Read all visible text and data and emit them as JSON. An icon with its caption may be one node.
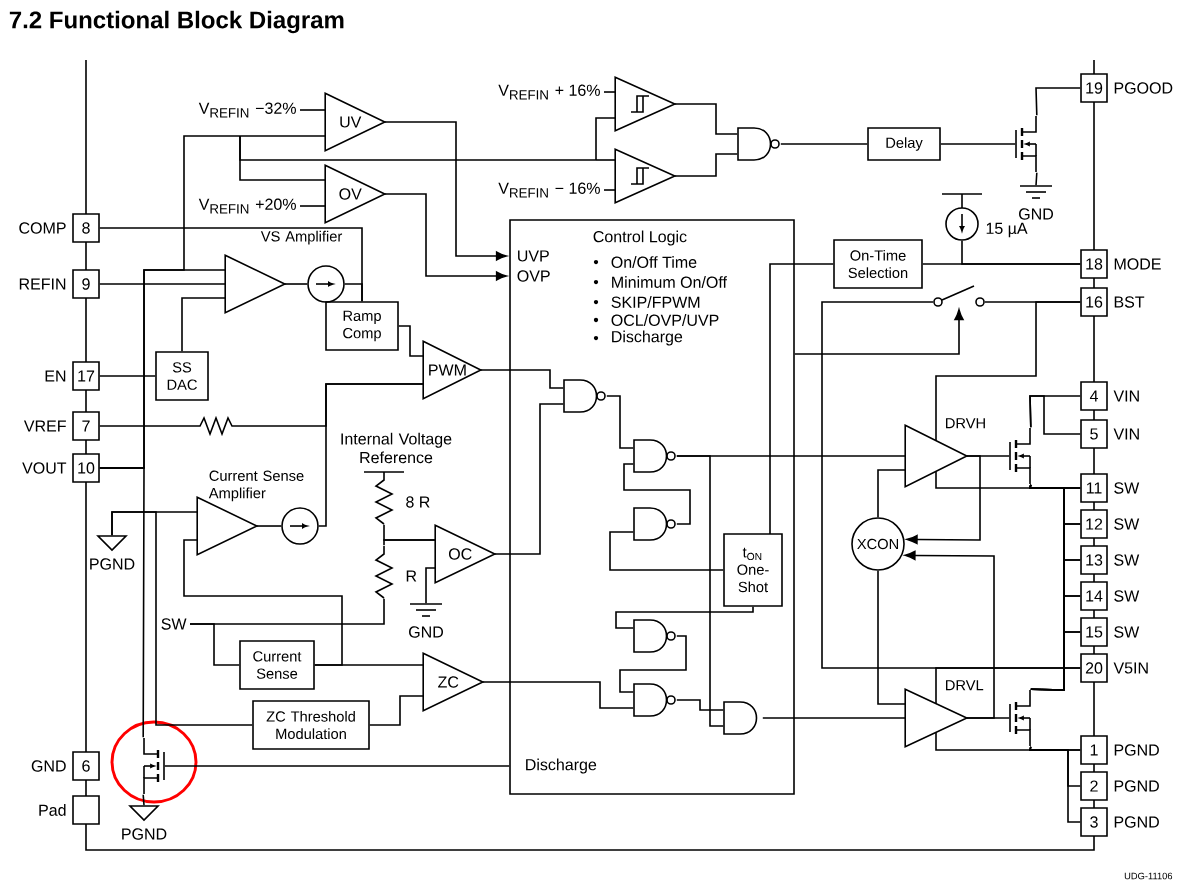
{
  "diagram": {
    "title": "7.2 Functional Block Diagram",
    "nodes": [
      {
        "text": [
          "8"
        ],
        "beside": [
          "COMP"
        ]
      },
      {
        "text": [
          "9"
        ],
        "beside": [
          "REFIN"
        ]
      },
      {
        "text": [
          "17"
        ],
        "beside": [
          "EN"
        ]
      },
      {
        "text": [
          "7"
        ],
        "beside": [
          "VREF"
        ]
      },
      {
        "text": [
          "10"
        ],
        "beside": [
          "VOUT"
        ]
      },
      {
        "text": [
          "6"
        ],
        "beside": [
          "GND"
        ]
      },
      {
        "text": [],
        "shape": "box",
        "beside": [
          "Pad"
        ]
      },
      {
        "text": [
          "19"
        ],
        "beside": [
          "PGOOD"
        ]
      },
      {
        "text": [
          "18"
        ],
        "beside": [
          "MODE"
        ]
      },
      {
        "text": [
          "16"
        ],
        "beside": [
          "BST"
        ]
      },
      {
        "text": [
          "4"
        ],
        "beside": [
          "VIN"
        ]
      },
      {
        "text": [
          "5"
        ],
        "beside": [
          "VIN"
        ]
      },
      {
        "text": [
          "11"
        ],
        "beside": [
          "SW"
        ]
      },
      {
        "text": [
          "12"
        ],
        "beside": [
          "SW"
        ]
      },
      {
        "text": [
          "13"
        ],
        "beside": [
          "SW"
        ]
      },
      {
        "text": [
          "14"
        ],
        "beside": [
          "SW"
        ]
      },
      {
        "text": [
          "15"
        ],
        "beside": [
          "SW"
        ]
      },
      {
        "text": [
          "20"
        ],
        "beside": [
          "V5IN"
        ]
      },
      {
        "text": [
          "1"
        ],
        "beside": [
          "PGND"
        ]
      },
      {
        "text": [
          "2"
        ],
        "beside": [
          "PGND"
        ]
      },
      {
        "text": [
          "3"
        ],
        "beside": [
          "PGND"
        ]
      },
      {
        "text": [
          "UV"
        ]
      },
      {
        "text": [
          "OV"
        ]
      },
      {
        "text": [],
        "shape": "triangle"
      },
      {
        "text": [],
        "shape": "triangle"
      },
      {
        "text": [],
        "shape": "gate"
      },
      {
        "text": [
          "Delay"
        ]
      },
      {
        "text": [
          "VS Amplifier"
        ]
      },
      {
        "text": [
          "Ramp Comp"
        ]
      },
      {
        "text": [
          "SS DAC"
        ]
      },
      {
        "text": [
          "PWM"
        ]
      },
      {
        "text": [
          "UVP",
          "OVP",
          "Control Logic",
          "On/Off Time",
          "Minimum On/Off",
          "SKIP/FPWM",
          "OCL/OVP/UVP",
          "Discharge",
          "Discharge"
        ]
      },
      {
        "text": [
          "On-Time Selection"
        ]
      },
      {
        "text": [
          "t$_{ON}$ One-Shot"
        ],
        "in": 31
      },
      {
        "text": [
          "Current Sense Amplifier"
        ]
      },
      {
        "text": [
          "OC"
        ]
      },
      {
        "text": [
          "Current Sense"
        ]
      },
      {
        "text": [
          "ZC"
        ]
      },
      {
        "text": [
          "ZC Threshold Modulation"
        ]
      },
      {
        "text": [
          "DRVH"
        ]
      },
      {
        "text": [
          "DRVL"
        ]
      },
      {
        "text": [
          "XCON"
        ]
      },
      {
        "text": [],
        "shape": "circle"
      },
      {
        "text": [],
        "shape": "circle"
      },
      {
        "text": [],
        "shape": "switch"
      },
      {
        "text": [],
        "shape": "transistor"
      },
      {
        "text": [],
        "shape": "transistor"
      },
      {
        "text": [],
        "shape": "transistor"
      },
      {
        "text": [],
        "shape": "transistor"
      },
      {
        "text": [],
        "shape": "circle",
        "beside": [
          "15 µA"
        ]
      },
      {
        "text": [
          "8 R"
        ]
      },
      {
        "text": [
          "R"
        ]
      },
      {
        "text": [
          "SW"
        ]
      },
      {
        "text": [
          "GND"
        ]
      },
      {
        "text": [
          "GND"
        ]
      },
      {
        "text": [
          "PGND"
        ]
      },
      {
        "text": [
          "PGND"
        ]
      },
      {
        "text": [
          "V$_{REFIN}$ + 16%"
        ]
      },
      {
        "text": [
          "V$_{REFIN}$ −32%"
        ]
      },
      {
        "text": [
          "V$_{REFIN}$ − 16%"
        ]
      },
      {
        "text": [
          "V$_{REFIN}$ +20%"
        ]
      },
      {
        "text": [],
        "shape": "gate",
        "in": 31
      },
      {
        "text": [],
        "shape": "gate",
        "in": 31
      },
      {
        "text": [],
        "shape": "gate",
        "in": 31
      },
      {
        "text": [],
        "shape": "gate",
        "in": 31
      },
      {
        "text": [],
        "shape": "gate",
        "in": 31
      },
      {
        "text": [],
        "shape": "gate",
        "in": 31
      }
    ],
    "edges": [
      {
        "from": 21,
        "to": 31,
        "arrow": "to"
      },
      {
        "from": 22,
        "to": 31,
        "arrow": "to"
      },
      {
        "from": 23,
        "to": 25,
        "arrow": "none"
      },
      {
        "from": 24,
        "to": 25,
        "arrow": "none"
      },
      {
        "from": 25,
        "to": 26,
        "arrow": "none"
      },
      {
        "from": 0,
        "to": 28,
        "arrow": "none"
      },
      {
        "from": 1,
        "to": 27,
        "arrow": "none"
      },
      {
        "from": 27,
        "to": 42,
        "arrow": "none"
      },
      {
        "from": 42,
        "to": 28,
        "arrow": "none"
      },
      {
        "from": 2,
        "to": 29,
        "arrow": "none"
      },
      {
        "from": 29,
        "to": 27,
        "arrow": "none"
      },
      {
        "from": 28,
        "to": 30,
        "arrow": "none"
      },
      {
        "from": 30,
        "to": 61,
        "arrow": "none"
      },
      {
        "from": 3,
        "to": 30,
        "arrow": "none"
      },
      {
        "from": 34,
        "to": 43,
        "arrow": "none"
      },
      {
        "from": 43,
        "to": 30,
        "arrow": "none"
      },
      {
        "from": 35,
        "to": 61,
        "arrow": "none"
      },
      {
        "from": 36,
        "to": 37,
        "arrow": "none"
      },
      {
        "from": 38,
        "to": 37,
        "arrow": "none"
      },
      {
        "from": 37,
        "to": 65,
        "arrow": "none"
      },
      {
        "from": 32,
        "to": 8,
        "arrow": "none"
      },
      {
        "from": 32,
        "to": 33,
        "arrow": "none"
      },
      {
        "from": 62,
        "to": 39,
        "arrow": "none"
      },
      {
        "from": 66,
        "to": 40,
        "arrow": "none"
      },
      {
        "from": 39,
        "to": 41,
        "arrow": "to"
      },
      {
        "from": 40,
        "to": 41,
        "arrow": "to"
      },
      {
        "from": 39,
        "to": 12,
        "arrow": "none"
      },
      {
        "from": 40,
        "to": 18,
        "arrow": "none"
      },
      {
        "from": 17,
        "to": 40,
        "arrow": "none"
      },
      {
        "from": 9,
        "to": 39,
        "arrow": "none"
      },
      {
        "from": 41,
        "to": 39,
        "arrow": "none"
      },
      {
        "from": 41,
        "to": 40,
        "arrow": "none"
      },
      {
        "from": 61,
        "to": 62,
        "arrow": "none"
      },
      {
        "from": 63,
        "to": 62,
        "arrow": "none"
      },
      {
        "from": 33,
        "to": 63,
        "arrow": "none"
      },
      {
        "from": 33,
        "to": 64,
        "arrow": "none"
      },
      {
        "from": 64,
        "to": 65,
        "arrow": "none"
      },
      {
        "from": 65,
        "to": 66,
        "arrow": "none"
      },
      {
        "from": 62,
        "to": 66,
        "arrow": "none"
      },
      {
        "from": 31,
        "to": 44,
        "arrow": "to"
      },
      {
        "from": 9,
        "to": 44,
        "arrow": "none"
      },
      {
        "from": 17,
        "to": 44,
        "arrow": "none"
      },
      {
        "from": 26,
        "to": 45,
        "arrow": "none"
      },
      {
        "from": 45,
        "to": 7,
        "arrow": "none"
      },
      {
        "from": 45,
        "to": 53,
        "arrow": "none"
      },
      {
        "from": 46,
        "to": 10,
        "arrow": "none"
      },
      {
        "from": 46,
        "to": 11,
        "arrow": "none"
      },
      {
        "from": 46,
        "to": 12,
        "arrow": "none"
      },
      {
        "from": 46,
        "to": 13,
        "arrow": "none"
      },
      {
        "from": 46,
        "to": 14,
        "arrow": "none"
      },
      {
        "from": 46,
        "to": 15,
        "arrow": "none"
      },
      {
        "from": 46,
        "to": 16,
        "arrow": "none"
      },
      {
        "from": 47,
        "to": 12,
        "arrow": "none"
      },
      {
        "from": 47,
        "to": 13,
        "arrow": "none"
      },
      {
        "from": 47,
        "to": 14,
        "arrow": "none"
      },
      {
        "from": 47,
        "to": 15,
        "arrow": "none"
      },
      {
        "from": 47,
        "to": 16,
        "arrow": "none"
      },
      {
        "from": 47,
        "to": 18,
        "arrow": "none"
      },
      {
        "from": 47,
        "to": 19,
        "arrow": "none"
      },
      {
        "from": 47,
        "to": 20,
        "arrow": "none"
      },
      {
        "from": 39,
        "to": 46,
        "arrow": "none"
      },
      {
        "from": 40,
        "to": 47,
        "arrow": "none"
      },
      {
        "from": 4,
        "to": 27,
        "arrow": "none"
      },
      {
        "from": 4,
        "to": 21,
        "arrow": "none"
      },
      {
        "from": 4,
        "to": 22,
        "arrow": "none"
      },
      {
        "from": 4,
        "to": 23,
        "arrow": "none"
      },
      {
        "from": 4,
        "to": 24,
        "arrow": "none"
      },
      {
        "from": 4,
        "to": 48,
        "arrow": "none"
      },
      {
        "from": 31,
        "to": 48,
        "arrow": "none"
      },
      {
        "from": 48,
        "to": 56,
        "arrow": "none"
      },
      {
        "from": 49,
        "to": 8,
        "arrow": "none"
      },
      {
        "from": 52,
        "to": 36,
        "arrow": "none"
      },
      {
        "from": 52,
        "to": 51,
        "arrow": "none"
      },
      {
        "from": 50,
        "to": 35,
        "arrow": "none"
      },
      {
        "from": 51,
        "to": 35,
        "arrow": "none"
      },
      {
        "from": 54,
        "to": 35,
        "arrow": "none"
      },
      {
        "from": 55,
        "to": 34,
        "arrow": "none"
      },
      {
        "from": 55,
        "to": 38,
        "arrow": "none"
      },
      {
        "from": 36,
        "to": 34,
        "arrow": "none"
      },
      {
        "from": 57,
        "to": 23,
        "arrow": "none"
      },
      {
        "from": 58,
        "to": 21,
        "arrow": "none"
      },
      {
        "from": 59,
        "to": 24,
        "arrow": "none"
      },
      {
        "from": 60,
        "to": 22,
        "arrow": "none"
      }
    ],
    "labels": [
      "Internal Voltage Reference",
      "UDG-11106"
    ]
  }
}
